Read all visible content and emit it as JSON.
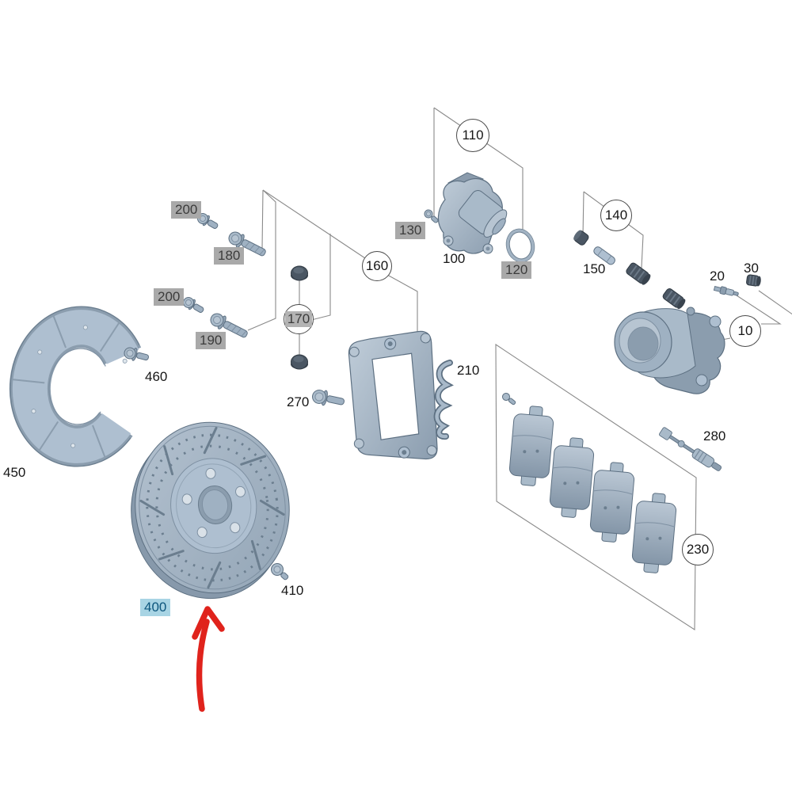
{
  "colors": {
    "part_fill_light": "#b7c5d2",
    "part_fill_mid": "#9fb1c2",
    "part_stroke": "#5d7082",
    "dark_part": "#4a5663",
    "leader_line": "#8a8a8a",
    "gray_label_bg": "#a9a9a9",
    "gray_label_text": "#3c3c3c",
    "blue_label_bg": "#a8d4e4",
    "blue_label_text": "#0d567d",
    "arrow_red": "#e0231c"
  },
  "callouts": {
    "c110": "110",
    "c160": "160",
    "c170": "170",
    "c140": "140",
    "c10": "10",
    "c230": "230"
  },
  "labels": {
    "p100": "100",
    "p150": "150",
    "p20": "20",
    "p30": "30",
    "p210": "210",
    "p270": "270",
    "p280": "280",
    "p450": "450",
    "p460": "460",
    "p410": "410",
    "g200a": "200",
    "g180": "180",
    "g200b": "200",
    "g190": "190",
    "g130": "130",
    "g120": "120",
    "b400": "400"
  },
  "annotation": {
    "highlighted_part_number": "400",
    "arrow_points_to": "400"
  }
}
